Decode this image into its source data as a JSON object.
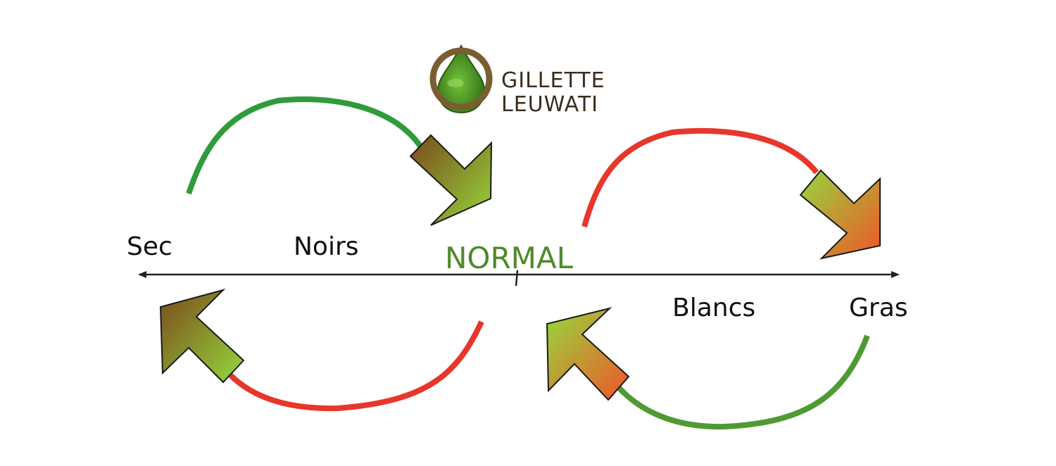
{
  "logo": {
    "line1": "GILLETTE",
    "line2": "LEUWATI",
    "drop_color": "#3f8a1f",
    "ring_color": "#7a5d32"
  },
  "labels": {
    "sec": "Sec",
    "noirs": "Noirs",
    "normal": "NORMAL",
    "blancs": "Blancs",
    "gras": "Gras"
  },
  "colors": {
    "green": "#2f9b3a",
    "red": "#e8362b",
    "arrow_brown": "#7a4a1c",
    "arrow_lime": "#8fd23a",
    "arrow_orange": "#f0582a",
    "axis": "#222222"
  }
}
